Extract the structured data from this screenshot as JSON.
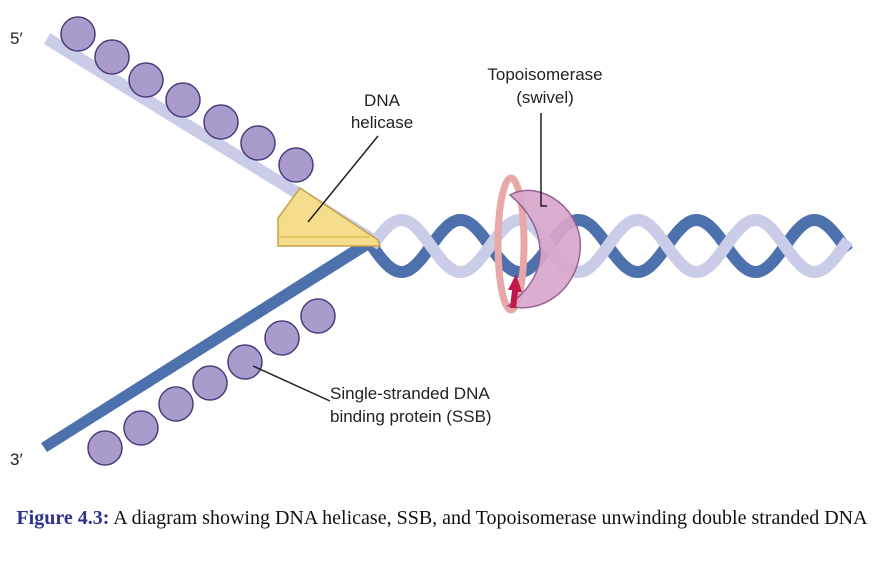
{
  "labels": {
    "five_prime": "5′",
    "three_prime": "3′",
    "helicase": [
      "DNA",
      "helicase"
    ],
    "topoisomerase": [
      "Topoisomerase",
      "(swivel)"
    ],
    "ssb": [
      "Single-stranded DNA",
      "binding protein (SSB)"
    ]
  },
  "caption": {
    "figure_number": "Figure 4.3:",
    "text": "A diagram showing DNA helicase, SSB, and Topoisomerase unwinding double stranded DNA"
  },
  "colors": {
    "light_strand": "#c9cde7",
    "dark_strand": "#4d71ad",
    "ssb_fill": "#a99ccd",
    "ssb_stroke": "#4b3d7c",
    "helicase_fill": "#f4dd8d",
    "helicase_stroke": "#c8a24a",
    "topo_fill": "#d9a7cb",
    "topo_stroke": "#8d5a8d",
    "topo_ring": "#e8a8a8",
    "arrow": "#c3174e",
    "caption_accent": "#2e3192"
  }
}
